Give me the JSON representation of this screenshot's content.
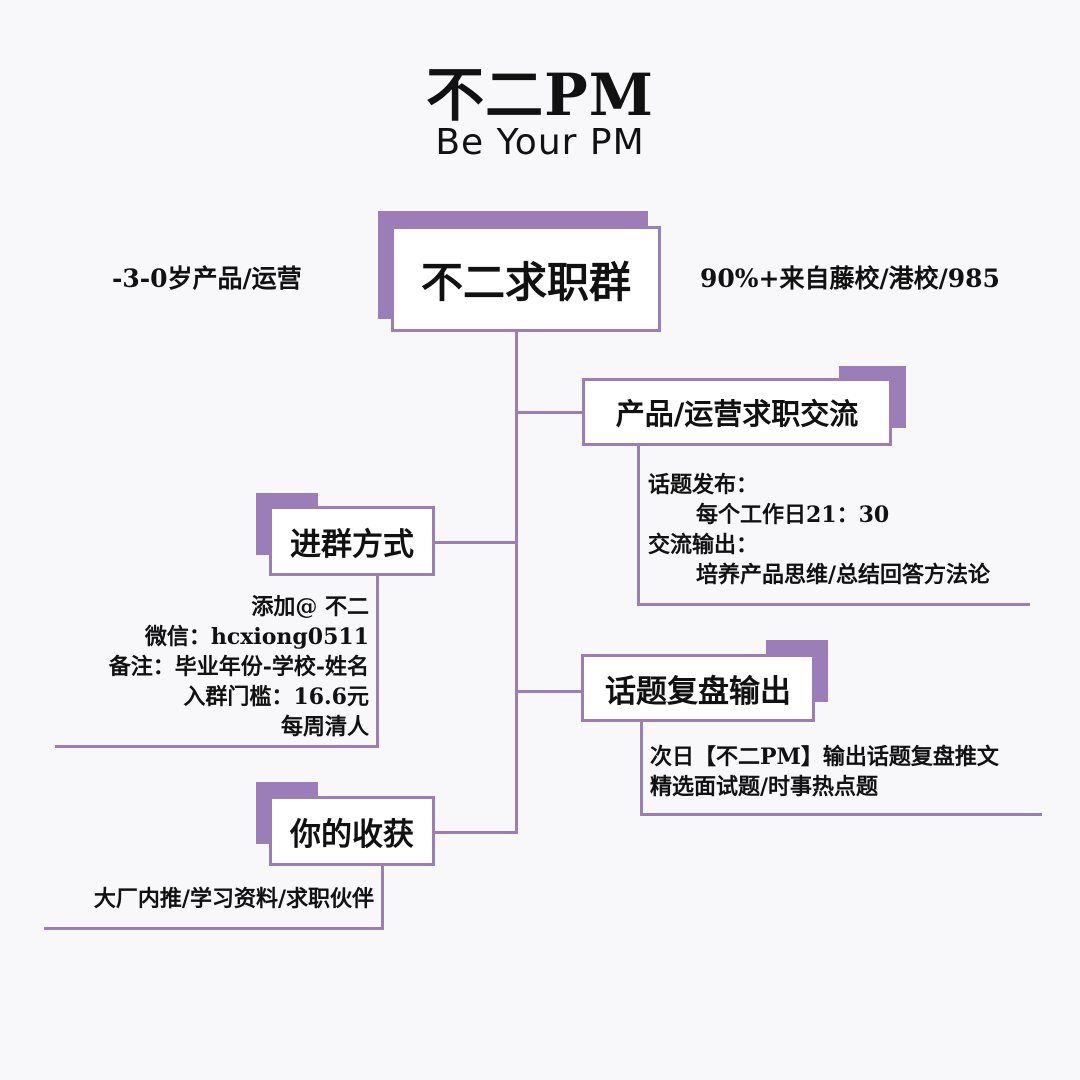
{
  "header": {
    "title": "不二PM",
    "subtitle": "Be Your PM"
  },
  "root": {
    "label": "不二求职群",
    "left_note": "-3-0岁产品/运营",
    "right_note": "90%+来自藤校/港校/985"
  },
  "branches": {
    "exchange": {
      "label": "产品/运营求职交流",
      "lines": [
        "话题发布：",
        "每个工作日21：30",
        "交流输出：",
        "培养产品思维/总结回答方法论"
      ]
    },
    "join": {
      "label": "进群方式",
      "lines": [
        "添加@ 不二",
        "微信：hcxiong0511",
        "备注：毕业年份-学校-姓名",
        "入群门槛：16.6元",
        "每周清人"
      ]
    },
    "review": {
      "label": "话题复盘输出",
      "lines": [
        "次日【不二PM】输出话题复盘推文",
        "精选面试题/时事热点题"
      ]
    },
    "gain": {
      "label": "你的收获",
      "lines": [
        "大厂内推/学习资料/求职伙伴"
      ]
    }
  },
  "colors": {
    "accent": "#9b7db8",
    "background": "#f8f8fa",
    "text": "#111111"
  }
}
